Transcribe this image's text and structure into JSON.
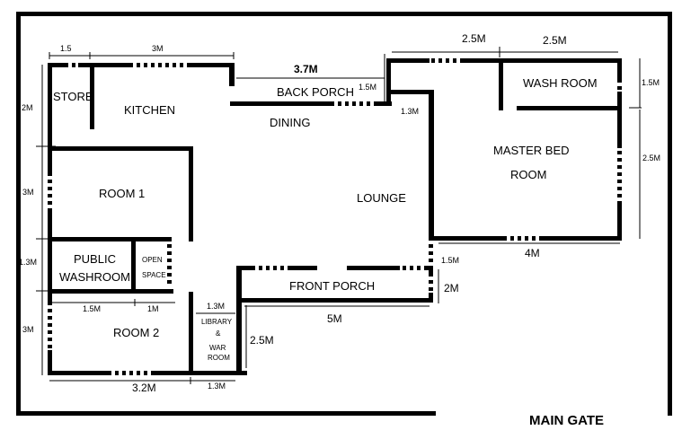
{
  "rooms": {
    "store": "STORE",
    "kitchen": "KITCHEN",
    "back_porch": "BACK PORCH",
    "dining": "DINING",
    "wash_room": "WASH ROOM",
    "master_bed_line1": "MASTER BED",
    "master_bed_line2": "ROOM",
    "room1": "ROOM 1",
    "lounge": "LOUNGE",
    "public_washroom_line1": "PUBLIC",
    "public_washroom_line2": "WASHROOM",
    "open_space_line1": "OPEN",
    "open_space_line2": "SPACE",
    "front_porch": "FRONT PORCH",
    "room2": "ROOM 2",
    "library_line1": "LIBRARY",
    "library_line2": "&",
    "library_line3": "WAR",
    "library_line4": "ROOM",
    "main_gate": "MAIN GATE"
  },
  "dimensions": {
    "store_width": "1.5",
    "kitchen_width": "3M",
    "back_porch_width": "3.7M",
    "back_porch_depth": "1.5M",
    "dining_step": "1.3M",
    "top_right_a": "2.5M",
    "top_right_b": "2.5M",
    "wash_room_depth": "1.5M",
    "master_depth": "2.5M",
    "master_width": "4M",
    "store_depth": "2M",
    "room1_depth": "3M",
    "washroom_depth": "1.3M",
    "room2_depth": "3M",
    "washroom_width": "1.5M",
    "open_space_width": "1M",
    "library_width_top": "1.3M",
    "library_depth": "2.5M",
    "room2_width": "3.2M",
    "library_width_bottom": "1.3M",
    "front_porch_step": "1.5M",
    "front_porch_depth": "2M",
    "front_porch_width": "5M"
  },
  "colors": {
    "wall": "#000000",
    "background": "#ffffff"
  }
}
